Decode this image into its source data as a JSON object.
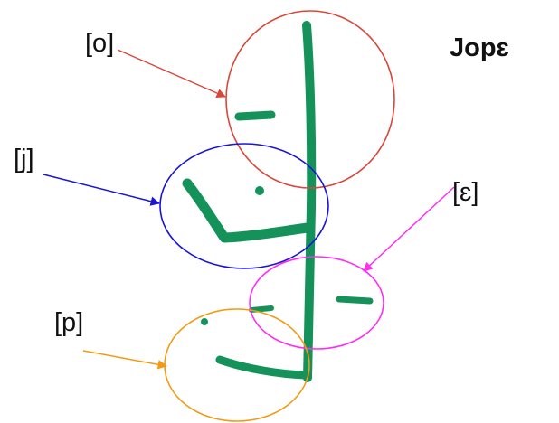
{
  "title": "Jopɛ",
  "colors": {
    "glyph": "#15925a",
    "o": "#d9473b",
    "j": "#1a14d6",
    "e": "#ff2ef0",
    "p": "#f29a12"
  },
  "annotations": [
    {
      "key": "o",
      "label": "[o]"
    },
    {
      "key": "j",
      "label": "[j]"
    },
    {
      "key": "e",
      "label": "[ɛ]"
    },
    {
      "key": "p",
      "label": "[p]"
    }
  ]
}
